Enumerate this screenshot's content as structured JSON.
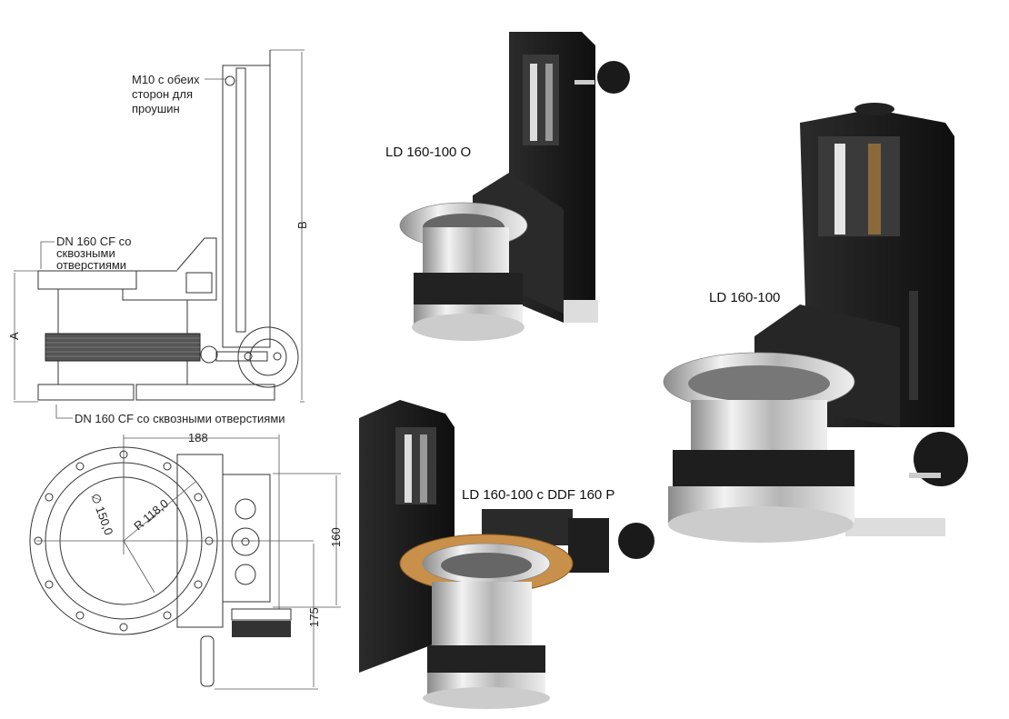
{
  "side_view": {
    "note_m10": [
      "M10 с обеих",
      "сторон для",
      "проушин"
    ],
    "note_top_flange": [
      "DN 160 CF со",
      "сквозными",
      "отверстиями"
    ],
    "note_bottom_flange": "DN 160 CF со сквозными отверстиями",
    "dim_a": "A",
    "dim_b": "B"
  },
  "top_view": {
    "dim_width": "188",
    "dim_diameter": "∅ 150,0",
    "dim_radius": "R 118,0",
    "dim_160": "160",
    "dim_175": "175"
  },
  "products": {
    "p1": "LD 160-100 O",
    "p2": "LD 160-100",
    "p3": "LD 160-100 с DDF 160 P"
  },
  "colors": {
    "body": "#1e1e1e",
    "steel": "#c8c8c8",
    "gear": "#c8904a"
  }
}
